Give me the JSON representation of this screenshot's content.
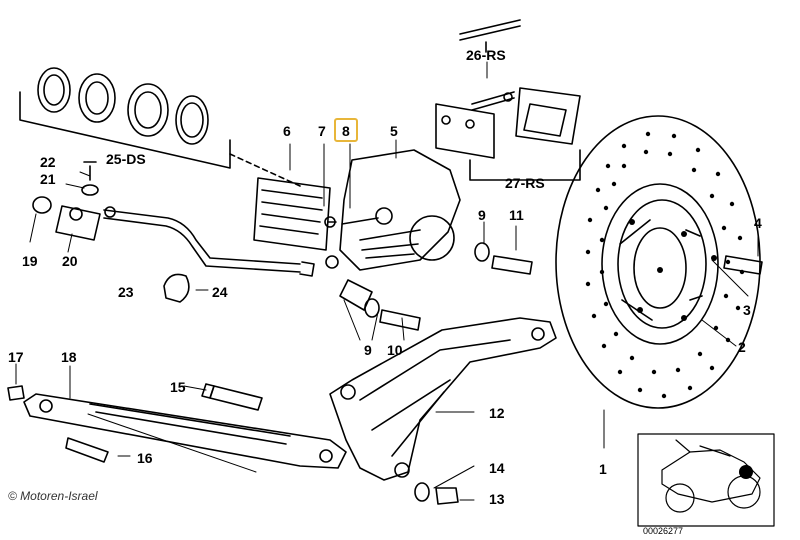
{
  "labels": {
    "p1": "1",
    "p2": "2",
    "p3": "3",
    "p4": "4",
    "p5": "5",
    "p6": "6",
    "p7": "7",
    "p8": "8",
    "p9a": "9",
    "p9b": "9",
    "p10": "10",
    "p11": "11",
    "p12": "12",
    "p13": "13",
    "p14": "14",
    "p15": "15",
    "p16": "16",
    "p17": "17",
    "p18": "18",
    "p19": "19",
    "p20": "20",
    "p21": "21",
    "p22": "22",
    "p23": "23",
    "p24": "24",
    "p25": "25-DS",
    "p26": "26-RS",
    "p27": "27-RS"
  },
  "highlight": {
    "label": "8",
    "color": "#e8b63a"
  },
  "copyright": "© Motoren-Israel",
  "reference_number": "00026277"
}
